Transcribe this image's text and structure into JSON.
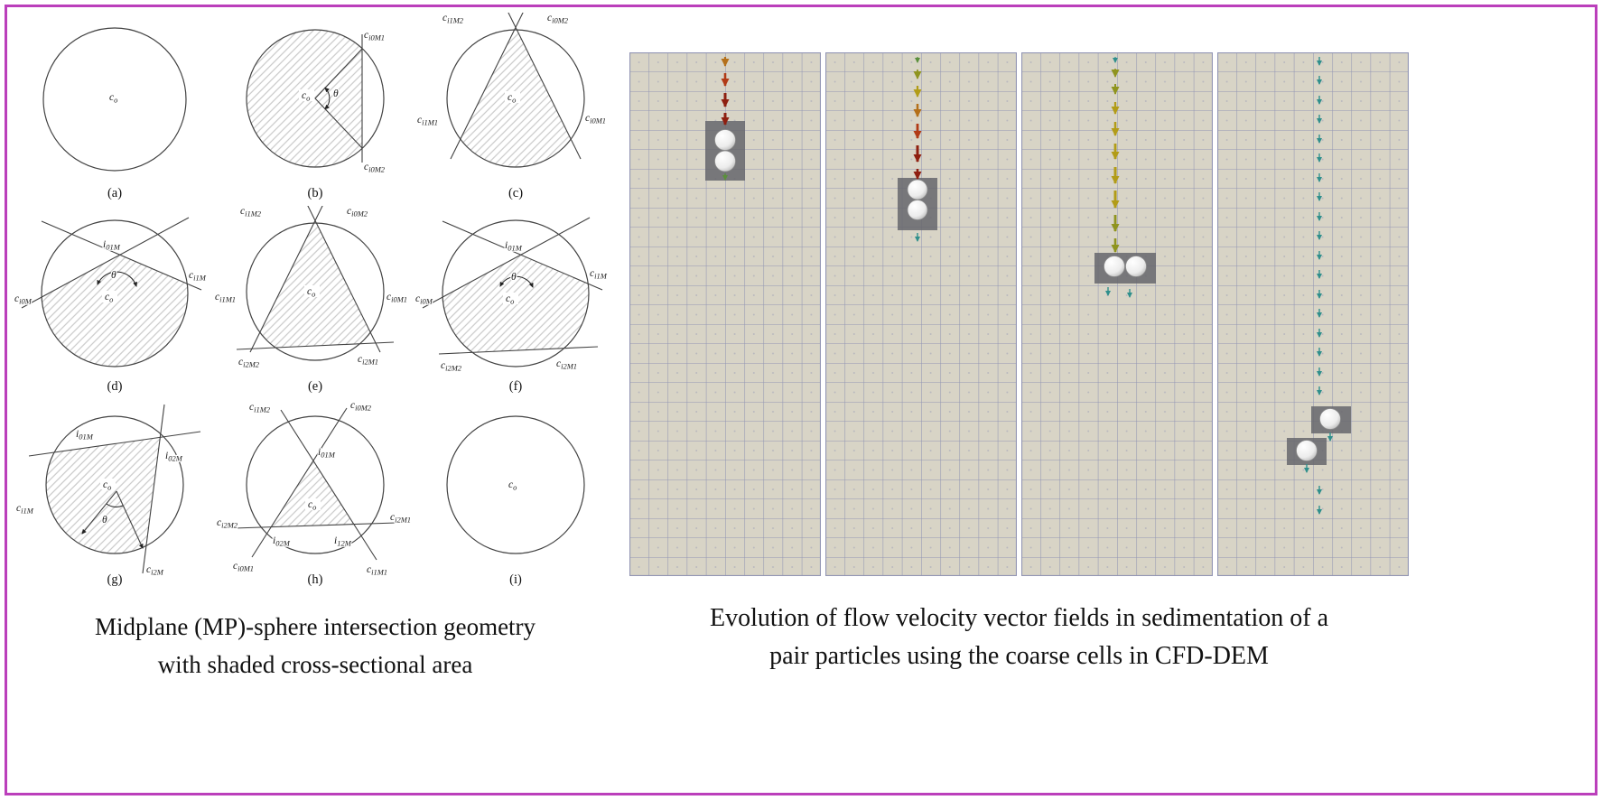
{
  "colors": {
    "border": "#bb3fbb",
    "panel-bg": "#d8d4c6",
    "grid-line": "#9396b4",
    "hatch-line": "#c9c9c9",
    "line-stroke": "#424242",
    "cell-shadow": "#66666c",
    "arrow-darkred": "#8e1f10",
    "arrow-red": "#b13a16",
    "arrow-orange": "#b4701a",
    "arrow-yellow": "#b29c18",
    "arrow-olive": "#8f941f",
    "arrow-green": "#5a8f3c",
    "arrow-teal": "#2f8f8c",
    "sphere-edge": "#8d8d8d"
  },
  "left_figure": {
    "caption_line1": "Midplane (MP)-sphere intersection geometry",
    "caption_line2": "with shaded cross-sectional area",
    "diagrams": {
      "a": {
        "tag": "(a)",
        "c0": {
          "m": "c",
          "s": "o"
        }
      },
      "b": {
        "tag": "(b)",
        "c0": {
          "m": "c",
          "s": "o"
        },
        "theta": "θ",
        "ci0M1": {
          "m": "c",
          "s": "i0M1"
        },
        "ci0M2": {
          "m": "c",
          "s": "i0M2"
        }
      },
      "c": {
        "tag": "(c)",
        "c0": {
          "m": "c",
          "s": "o"
        },
        "ci1M2": {
          "m": "c",
          "s": "i1M2"
        },
        "ci0M2": {
          "m": "c",
          "s": "i0M2"
        },
        "ci1M1": {
          "m": "c",
          "s": "i1M1"
        },
        "ci0M1": {
          "m": "c",
          "s": "i0M1"
        }
      },
      "d": {
        "tag": "(d)",
        "c0": {
          "m": "c",
          "s": "o"
        },
        "theta": "θ",
        "i01M": {
          "m": "i",
          "s": "01M"
        },
        "ci0M": {
          "m": "c",
          "s": "i0M"
        },
        "ci1M": {
          "m": "c",
          "s": "i1M"
        }
      },
      "e": {
        "tag": "(e)",
        "c0": {
          "m": "c",
          "s": "o"
        },
        "ci1M2": {
          "m": "c",
          "s": "i1M2"
        },
        "ci0M2": {
          "m": "c",
          "s": "i0M2"
        },
        "ci1M1": {
          "m": "c",
          "s": "i1M1"
        },
        "ci0M1": {
          "m": "c",
          "s": "i0M1"
        },
        "ci2M2": {
          "m": "c",
          "s": "i2M2"
        },
        "ci2M1": {
          "m": "c",
          "s": "i2M1"
        }
      },
      "f": {
        "tag": "(f)",
        "c0": {
          "m": "c",
          "s": "o"
        },
        "theta": "θ",
        "i01M": {
          "m": "i",
          "s": "01M"
        },
        "ci0M": {
          "m": "c",
          "s": "i0M"
        },
        "ci1M": {
          "m": "c",
          "s": "i1M"
        },
        "ci2M2": {
          "m": "c",
          "s": "i2M2"
        },
        "ci2M1": {
          "m": "c",
          "s": "i2M1"
        }
      },
      "g": {
        "tag": "(g)",
        "c0": {
          "m": "c",
          "s": "o"
        },
        "theta": "θ",
        "i01M": {
          "m": "i",
          "s": "01M"
        },
        "i02M": {
          "m": "i",
          "s": "02M"
        },
        "ci1M": {
          "m": "c",
          "s": "i1M"
        },
        "ci2M": {
          "m": "c",
          "s": "i2M"
        }
      },
      "h": {
        "tag": "(h)",
        "c0": {
          "m": "c",
          "s": "o"
        },
        "ci1M2": {
          "m": "c",
          "s": "i1M2"
        },
        "ci0M2": {
          "m": "c",
          "s": "i0M2"
        },
        "i01M": {
          "m": "i",
          "s": "01M"
        },
        "ci2M2": {
          "m": "c",
          "s": "i2M2"
        },
        "ci2M1": {
          "m": "c",
          "s": "i2M1"
        },
        "ci0M1": {
          "m": "c",
          "s": "i0M1"
        },
        "i02M": {
          "m": "i",
          "s": "02M"
        },
        "i12M": {
          "m": "i",
          "s": "12M"
        },
        "ci1M1": {
          "m": "c",
          "s": "i1M1"
        }
      },
      "i": {
        "tag": "(i)",
        "c0": {
          "m": "c",
          "s": "o"
        }
      }
    }
  },
  "right_figure": {
    "caption_line1": "Evolution of flow velocity vector fields in sedimentation of a",
    "caption_line2": "pair particles using the coarse cells in CFD-DEM"
  }
}
